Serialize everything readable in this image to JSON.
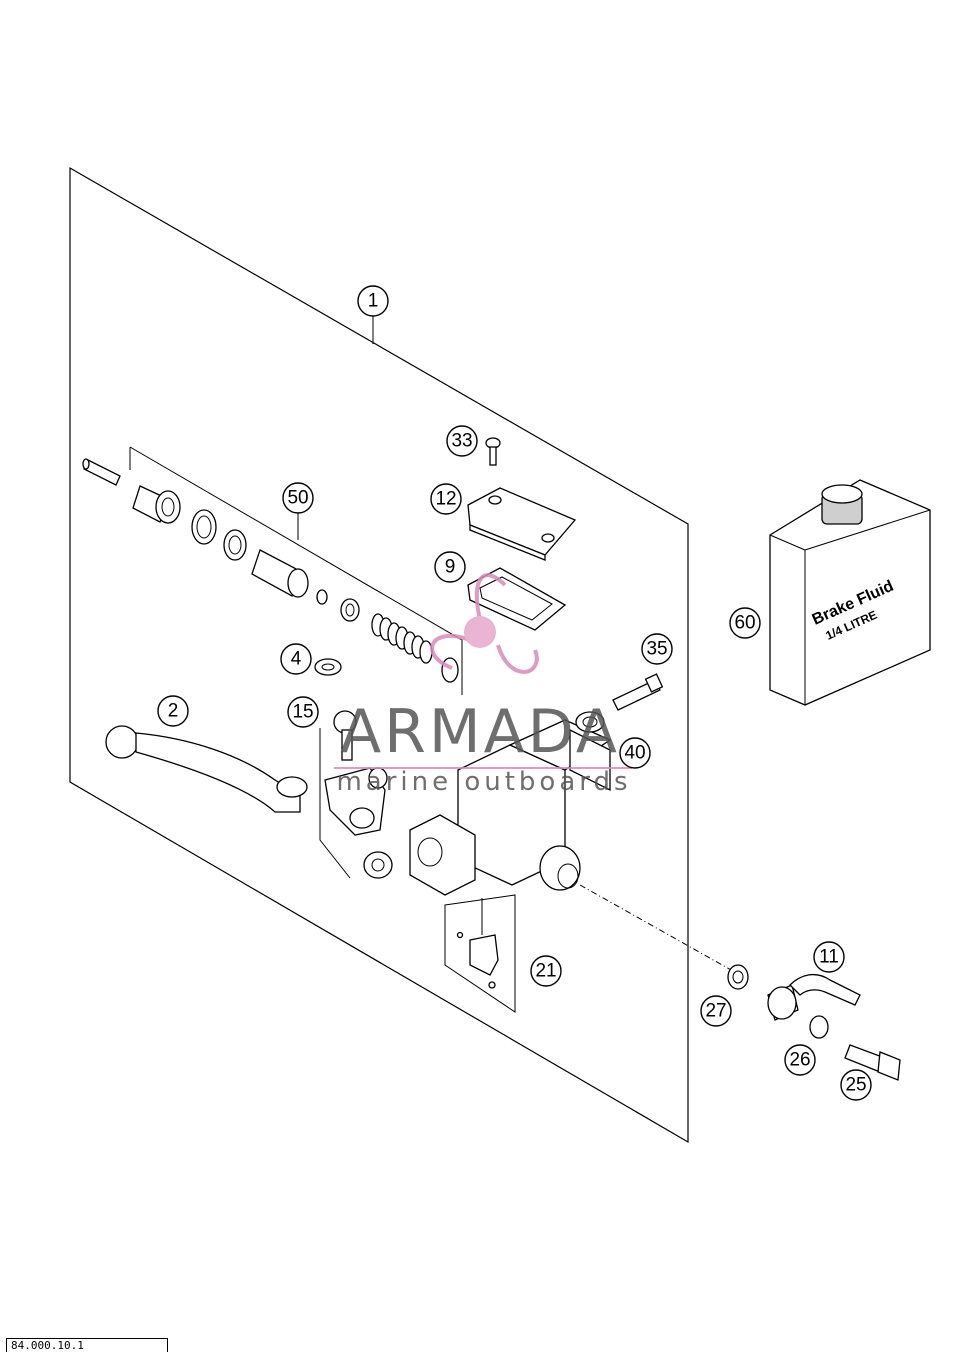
{
  "callouts": [
    {
      "id": "c1",
      "label": "1"
    },
    {
      "id": "c2",
      "label": "2"
    },
    {
      "id": "c4",
      "label": "4"
    },
    {
      "id": "c9",
      "label": "9"
    },
    {
      "id": "c11",
      "label": "11"
    },
    {
      "id": "c12",
      "label": "12"
    },
    {
      "id": "c15",
      "label": "15"
    },
    {
      "id": "c21",
      "label": "21"
    },
    {
      "id": "c25",
      "label": "25"
    },
    {
      "id": "c26",
      "label": "26"
    },
    {
      "id": "c27",
      "label": "27"
    },
    {
      "id": "c33",
      "label": "33"
    },
    {
      "id": "c35",
      "label": "35"
    },
    {
      "id": "c40",
      "label": "40"
    },
    {
      "id": "c50",
      "label": "50"
    },
    {
      "id": "c60",
      "label": "60"
    }
  ],
  "fluid_can": {
    "line1": "Brake Fluid",
    "line2": "1/4 LITRE"
  },
  "watermark": {
    "brand": "ARMADA",
    "tagline": "marine outboards",
    "accent_color": "#d98bb8"
  },
  "page_code": "84.000.10.1"
}
